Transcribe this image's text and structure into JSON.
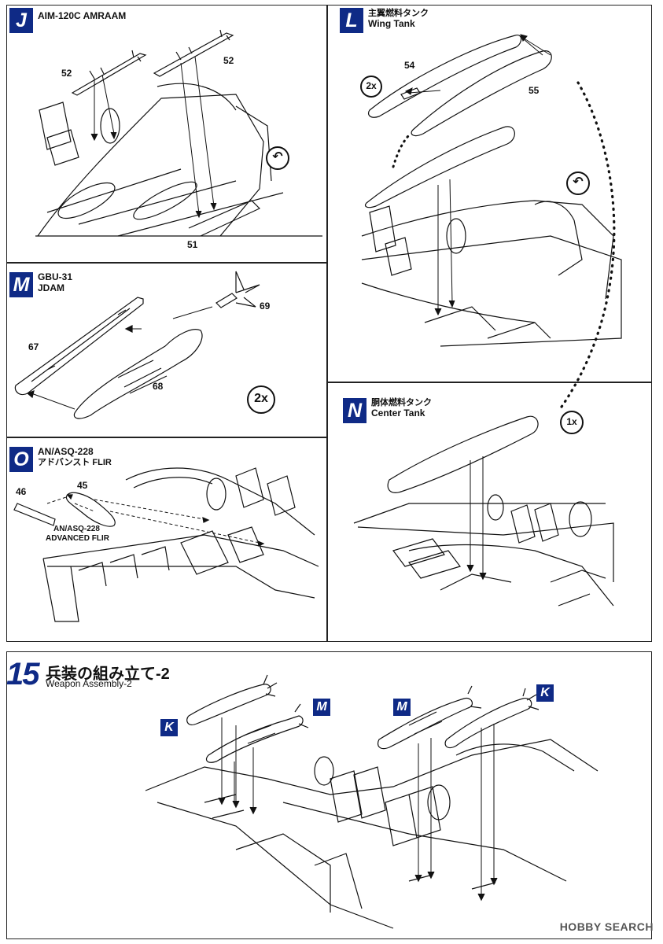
{
  "sections": {
    "J": {
      "badge": "J",
      "title": "AIM-120C AMRAAM",
      "parts": [
        "52",
        "52",
        "51"
      ]
    },
    "L": {
      "badge": "L",
      "title_jp": "主翼燃料タンク",
      "title_en": "Wing Tank",
      "parts": [
        "54",
        "55"
      ],
      "qty": "2x"
    },
    "M": {
      "badge": "M",
      "title_line1": "GBU-31",
      "title_line2": "JDAM",
      "parts": [
        "67",
        "68",
        "69"
      ],
      "qty": "2x"
    },
    "N": {
      "badge": "N",
      "title_jp": "胴体燃料タンク",
      "title_en": "Center Tank",
      "qty": "1x"
    },
    "O": {
      "badge": "O",
      "title_line1": "AN/ASQ-228",
      "title_line2": "アドバンスト FLIR",
      "parts": [
        "46",
        "45"
      ],
      "label_line1": "AN/ASQ-228",
      "label_line2": "ADVANCED FLIR"
    }
  },
  "step": {
    "number": "15",
    "title_jp": "兵装の組み立て-2",
    "title_en": "Weapon Assembly-2",
    "refs": [
      "K",
      "M",
      "M",
      "K"
    ]
  },
  "watermark": "HOBBY SEARCH",
  "colors": {
    "badge": "#0f2a86",
    "line": "#111111"
  }
}
